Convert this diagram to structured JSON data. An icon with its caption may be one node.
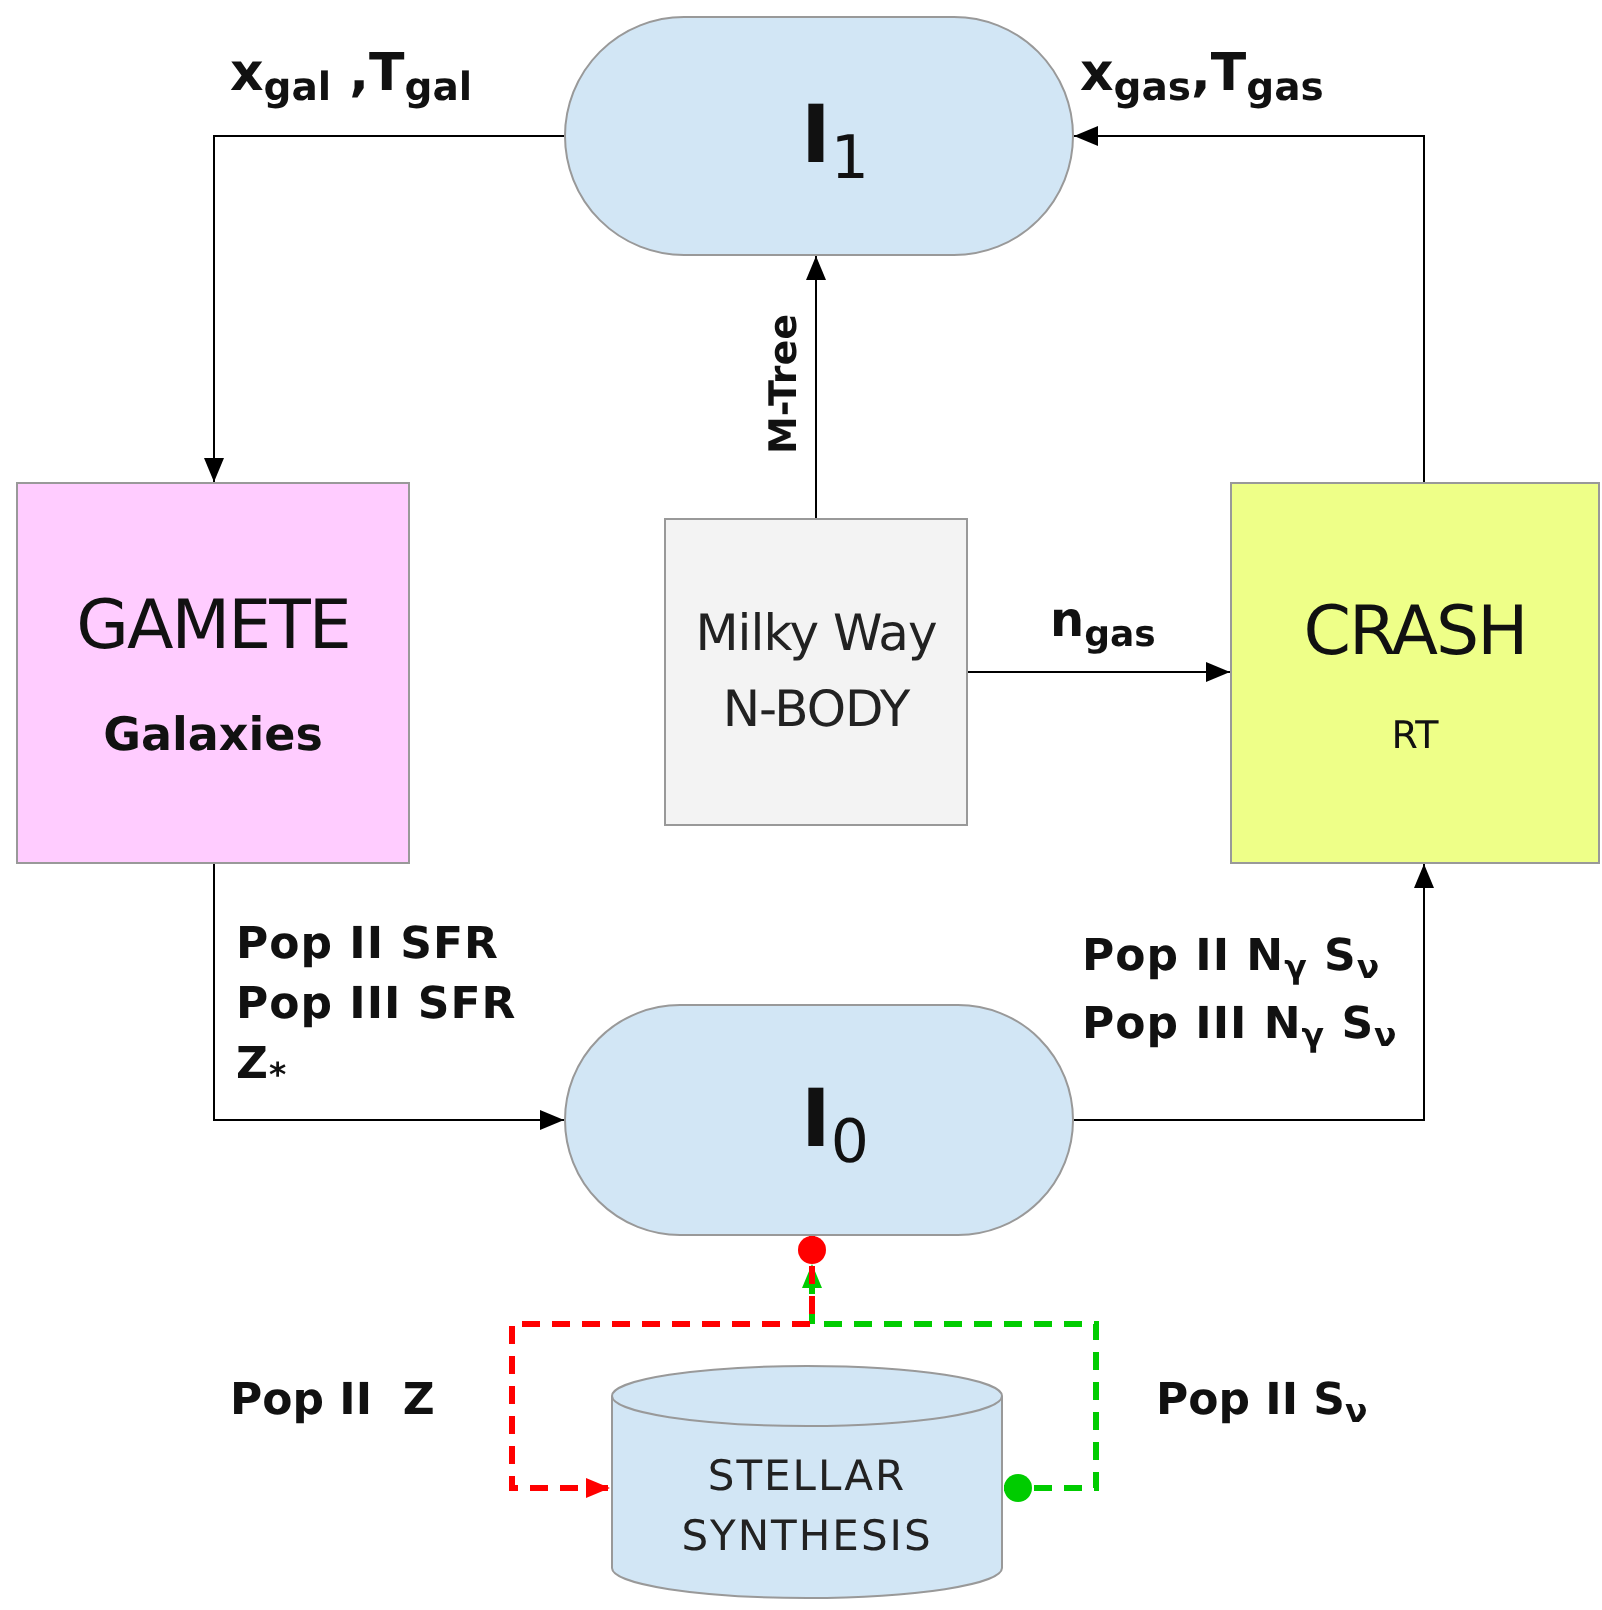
{
  "diagram": {
    "nodes": [
      {
        "text": [
          "**I**$_{1}$"
        ]
      },
      {
        "text": [
          "GAMETE",
          "Galaxies"
        ]
      },
      {
        "text": [
          "Milky Way N-BODY"
        ]
      },
      {
        "text": [
          "CRASH",
          "RT"
        ]
      },
      {
        "text": [
          "**I**$_{0}$"
        ]
      },
      {
        "text": [
          "STELLAR SYNTHESIS"
        ]
      }
    ],
    "edges": [
      {
        "from": 0,
        "to": 1,
        "arrow": "to",
        "label": "x$_{gal}$ ,T$_{gal}$"
      },
      {
        "from": 2,
        "to": 0,
        "arrow": "to",
        "label": "M-Tree"
      },
      {
        "from": 2,
        "to": 3,
        "arrow": "to",
        "label": "n$_{gas}$"
      },
      {
        "from": 3,
        "to": 0,
        "arrow": "to",
        "label": "x$_{gas}$,T$_{gas}$"
      },
      {
        "from": 1,
        "to": 4,
        "arrow": "to",
        "label": "Pop II SFR Pop III SFR Z$_{*}$"
      },
      {
        "from": 4,
        "to": 3,
        "arrow": "to",
        "label": "Pop II N$_{γ}$ S$_{ν}$ Pop III N$_{γ}$ S$_{ν}$"
      },
      {
        "from": 5,
        "to": 4,
        "arrow": "to",
        "label": "Pop II S$_{ν}$",
        "style": "dashed",
        "color": "#00cc00"
      },
      {
        "from": 4,
        "to": 5,
        "arrow": "to",
        "label": "Pop II  Z",
        "style": "dashed",
        "color": "#ff0000"
      }
    ]
  }
}
